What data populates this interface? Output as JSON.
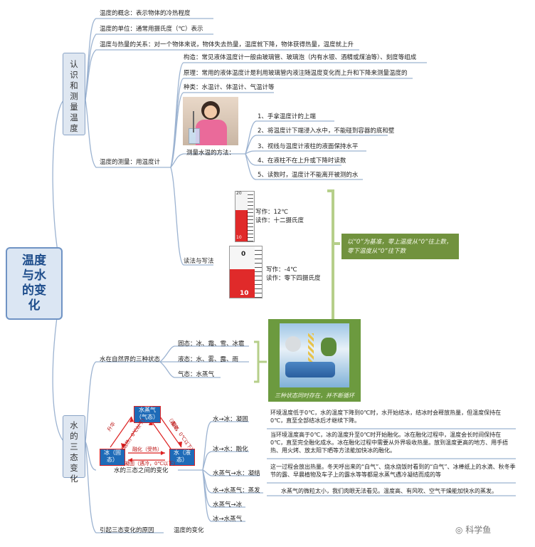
{
  "root": {
    "title": "温度与水的变化"
  },
  "section1": {
    "title": "认识和测量温度",
    "concept": "温度的概念：表示物体的冷热程度",
    "unit": "温度的单位：通常用摄氏度（℃）表示",
    "heat": "温度与热量的关系：对一个物体来说，物体失去热量，温度就下降，物体获得热量，温度就上升",
    "measure": "温度的测量：用温度计",
    "structure": "构造：常见液体温度计一般由玻璃管、玻璃泡（内有水银、酒精或煤油等）、刻度等组成",
    "principle": "原理：常用的液体温度计是利用玻璃管内液注随温度变化而上升和下降来测量温度的",
    "types": "种类：水温计、体温计、气温计等",
    "water_method": "测量水温的方法：",
    "steps": [
      "1、手拿温度计的上端",
      "2、将温度计下端浸入水中，不能碰到容器的底和壁",
      "3、视线与温度计液柱的液面保持水平",
      "4、在液柱不在上升或下降时读数",
      "5、读数时，温度计不能离开被测的水"
    ],
    "read_write": "读法与写法",
    "thermo1": {
      "top": "20",
      "bottom": "10",
      "write": "写作：12℃",
      "read": "读作：十二摄氏度"
    },
    "thermo2": {
      "top": "0",
      "bottom": "10",
      "write": "写作：-4℃",
      "read": "读作：零下四摄氏度"
    },
    "note": "以“0”为基准，零上温度从“0”往上数，零下温度从“0”往下数"
  },
  "section2": {
    "title": "水的三态变化",
    "nature": "水在自然界的三种状态",
    "solid": "固态：冰、霜、雪、冰雹",
    "liquid": "液态：水、雾、露、雨",
    "gas": "气态：水蒸气",
    "cycle_caption": "三种状态同时存在，并不断循环",
    "triangle": {
      "vapor": "水蒸气（气态）",
      "ice": "冰（固态）",
      "water": "水（液态）",
      "left_edge": "升华",
      "left_edge_sub": "（遇热，0℃以下）",
      "right_edge": "凝结",
      "right_edge_sub": "（遇冷，0℃以下）",
      "bottom_top": "融化（受热）",
      "bottom_bottom": "凝固（遇冷，0℃以下）",
      "caption": "水的三态之间的变化"
    },
    "changes": [
      {
        "label": "水→冰：凝固",
        "desc": "环境温度低于0℃，水的温度下降到0℃时，水开始结冰，结冰时会释放热量，但温度保持在0℃，直至全部结冰后才继续下降。"
      },
      {
        "label": "冰→水：融化",
        "desc": "当环境温度高于0℃，冰的温度升至0℃时开始融化。冰在融化过程中，温度会长时间保持在0℃，直至完全融化成水。冰在融化过程中需要从外界吸收热量。放到温度更高的地方、用手捂热、用火烤、放太阳下晒等方法能加快冰的融化。"
      },
      {
        "label": "水蒸气→水：凝结",
        "desc": "这一过程会放出热量。冬天呼出来的“白气”、烧水烧饭时看到的“白气”、冰棒纸上的水滴、秋冬季节的露、早晨植物及车子上的露水等等都是水蒸气遇冷凝结而成的等"
      },
      {
        "label": "水→水蒸气：蒸发",
        "desc": "水蒸气的微粒太小，我们肉眼无法看见。温度高、有风吹、空气干燥能加快水的蒸发。"
      },
      {
        "label": "水蒸气→冰",
        "desc": ""
      },
      {
        "label": "冰→水蒸气",
        "desc": ""
      }
    ],
    "cause": "引起三态变化的原因",
    "cause_value": "温度的变化"
  },
  "watermark": "科学鱼",
  "colors": {
    "line": "#9cb3d1",
    "root_fill": "#dbe6f3",
    "green": "#71923e",
    "mercury": "#e02a2a"
  }
}
